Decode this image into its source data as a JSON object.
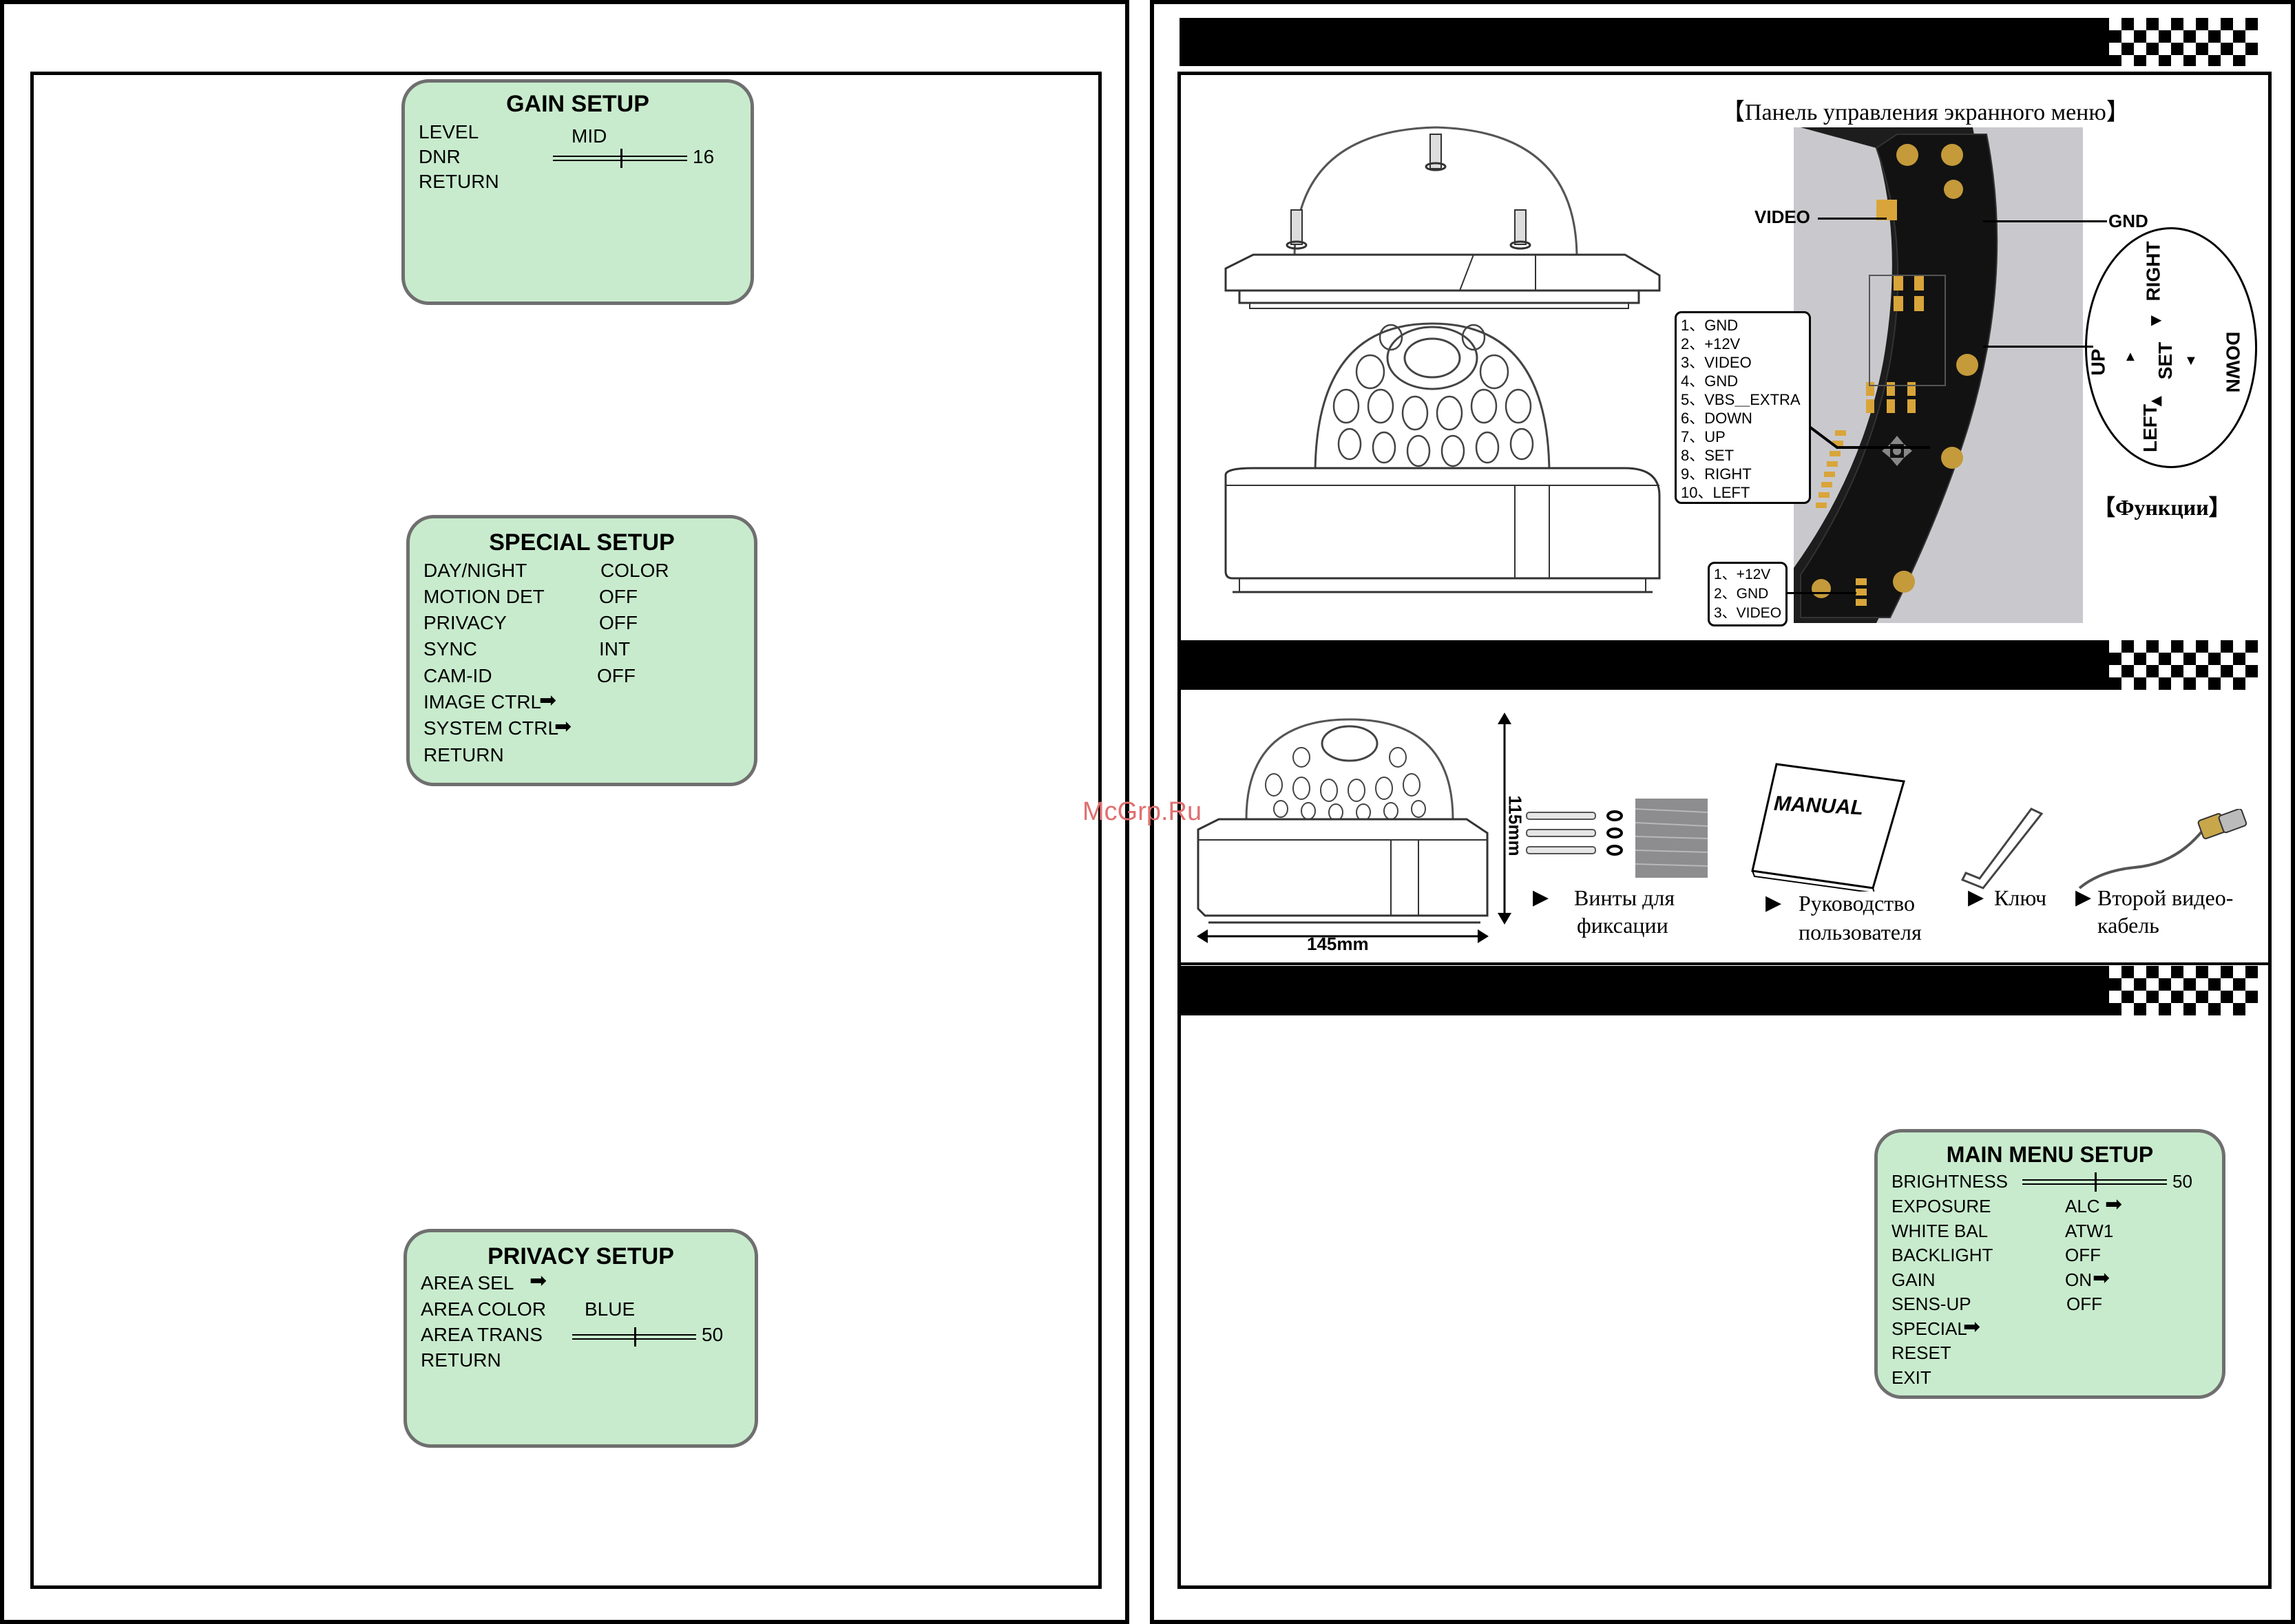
{
  "gain_setup": {
    "title": "GAIN SETUP",
    "rows": [
      {
        "label": "LEVEL",
        "value": "MID"
      },
      {
        "label": "DNR",
        "value": "16",
        "slider": 0.5
      },
      {
        "label": "RETURN",
        "value": ""
      }
    ]
  },
  "special_setup": {
    "title": "SPECIAL SETUP",
    "rows": [
      {
        "label": "DAY/NIGHT",
        "value": "COLOR"
      },
      {
        "label": "MOTION DET",
        "value": "OFF"
      },
      {
        "label": "PRIVACY",
        "value": "OFF"
      },
      {
        "label": "SYNC",
        "value": "INT"
      },
      {
        "label": "CAM-ID",
        "value": "OFF"
      },
      {
        "label": "IMAGE CTRL",
        "value": ""
      },
      {
        "label": "SYSTEM CTRL",
        "value": ""
      },
      {
        "label": "RETURN",
        "value": ""
      }
    ]
  },
  "privacy_setup": {
    "title": "PRIVACY SETUP",
    "rows": [
      {
        "label": "AREA SEL",
        "value": ""
      },
      {
        "label": "AREA COLOR",
        "value": "BLUE"
      },
      {
        "label": "AREA TRANS",
        "value": "50",
        "slider": 0.5
      },
      {
        "label": "RETURN",
        "value": ""
      }
    ]
  },
  "main_menu_setup": {
    "title": "MAIN MENU SETUP",
    "rows": [
      {
        "label": "BRIGHTNESS",
        "value": "50",
        "slider": 0.5
      },
      {
        "label": "EXPOSURE",
        "value": "ALC"
      },
      {
        "label": "WHITE BAL",
        "value": "ATW1"
      },
      {
        "label": "BACKLIGHT",
        "value": "OFF"
      },
      {
        "label": "GAIN",
        "value": "ON"
      },
      {
        "label": "SENS-UP",
        "value": "OFF"
      },
      {
        "label": "SPECIAL",
        "value": ""
      },
      {
        "label": "RESET",
        "value": ""
      },
      {
        "label": "EXIT",
        "value": ""
      }
    ]
  },
  "osd_panel": {
    "title": "【Панель управления экранного меню】",
    "functions_label": "【Функции】",
    "video_label": "VIDEO",
    "gnd_label": "GND",
    "connector_pins": [
      "1、GND",
      "2、+12V",
      "3、VIDEO",
      "4、GND",
      "5、VBS＿EXTRA",
      "6、DOWN",
      "7、UP",
      "8、SET",
      "9、RIGHT",
      "10、LEFT"
    ],
    "power_pins": [
      "1、+12V",
      "2、GND",
      "3、VIDEO"
    ],
    "keys": {
      "up": "UP",
      "set": "SET",
      "right": "RIGHT",
      "left": "LEFT",
      "down": "DOWN"
    }
  },
  "contents": {
    "height_label": "115mm",
    "width_label": "145mm",
    "manual_label": "MANUAL",
    "items": [
      {
        "marker": "▶",
        "text_line1": "Винты для",
        "text_line2": "фиксации"
      },
      {
        "marker": "▶",
        "text_line1": "Руководство",
        "text_line2": "пользователя"
      },
      {
        "marker": "▶",
        "text_line1": "Ключ",
        "text_line2": ""
      },
      {
        "marker": "▶",
        "text_line1": "Второй видео-",
        "text_line2": "кабель"
      }
    ]
  },
  "watermark": "McGrp.Ru"
}
